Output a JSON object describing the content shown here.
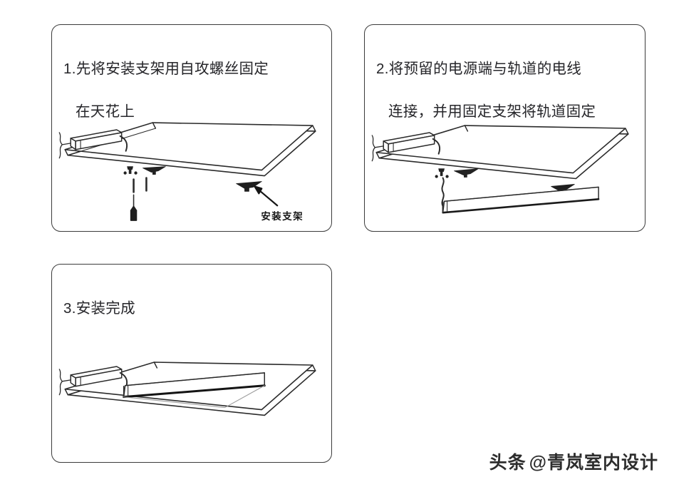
{
  "document": {
    "type": "installation-instruction-diagram",
    "subject": "LED track / panel light ceiling installation",
    "background_color": "#ffffff",
    "line_color": "#2b2b2b",
    "text_color": "#26262a"
  },
  "panels": [
    {
      "id": "panel-1",
      "number": "1.",
      "caption_line_1": "1.先将安装支架用自攻螺丝固定",
      "caption_line_2": "在天花上",
      "caption_full": "1.先将安装支架用自攻螺丝固定在天花上",
      "callout": {
        "label": "安装支架",
        "target": "mounting-bracket"
      },
      "figure_elements": [
        "ceiling-slab",
        "power-driver-box",
        "lead-wire-left",
        "lead-wire-right",
        "self-tapping-screw",
        "bracket-plate",
        "screwdriver",
        "mounting-bracket"
      ]
    },
    {
      "id": "panel-2",
      "number": "2.",
      "caption_line_1": "2.将预留的电源端与轨道的电线",
      "caption_line_2": "连接，并用固定支架将轨道固定",
      "caption_full": "2.将预留的电源端与轨道的电线连接，并用固定支架将轨道固定",
      "figure_elements": [
        "ceiling-slab",
        "power-driver-box",
        "lead-wire-left",
        "lead-wire-right",
        "connection-wire",
        "track-rail",
        "bracket-plate",
        "mounting-bracket"
      ]
    },
    {
      "id": "panel-3",
      "number": "3.",
      "caption_line_1": "3.安装完成",
      "caption_line_2": "",
      "caption_full": "3.安装完成",
      "figure_elements": [
        "ceiling-slab",
        "power-driver-box",
        "lead-wire-left",
        "lead-wire-right",
        "track-rail-installed"
      ]
    }
  ],
  "watermark": {
    "platform": "头条",
    "handle": "@青岚室内设计",
    "full": "头条 @青岚室内设计"
  }
}
